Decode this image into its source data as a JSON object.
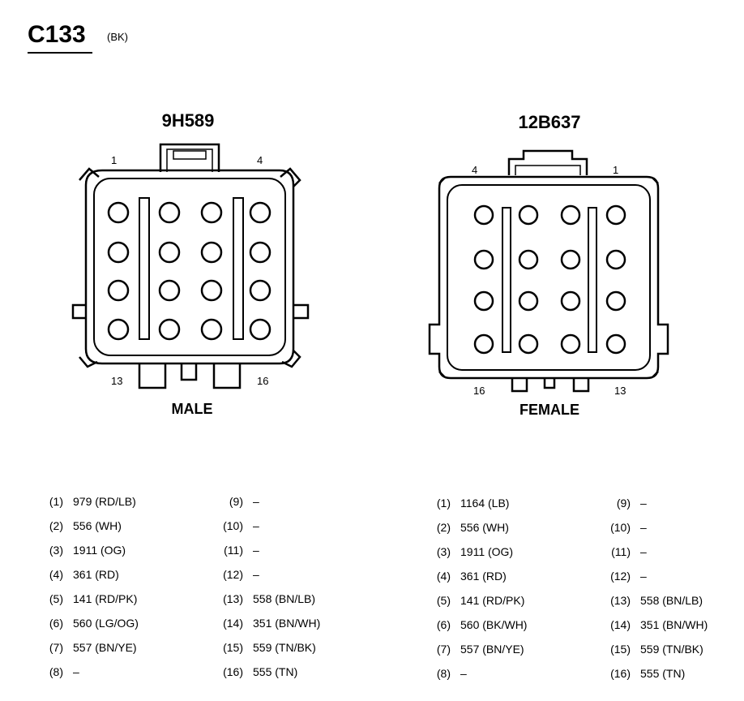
{
  "connector": {
    "id": "C133",
    "color_code": "(BK)"
  },
  "male": {
    "part_number": "9H589",
    "label": "MALE",
    "pin_labels": {
      "top_left": "1",
      "top_right": "4",
      "bottom_left": "13",
      "bottom_right": "16"
    },
    "pins": [
      {
        "num": "(1)",
        "value": "979 (RD/LB)"
      },
      {
        "num": "(2)",
        "value": "556 (WH)"
      },
      {
        "num": "(3)",
        "value": "1911 (OG)"
      },
      {
        "num": "(4)",
        "value": "361 (RD)"
      },
      {
        "num": "(5)",
        "value": "141 (RD/PK)"
      },
      {
        "num": "(6)",
        "value": "560 (LG/OG)"
      },
      {
        "num": "(7)",
        "value": "557 (BN/YE)"
      },
      {
        "num": "(8)",
        "value": "–"
      },
      {
        "num": "(9)",
        "value": "–"
      },
      {
        "num": "(10)",
        "value": "–"
      },
      {
        "num": "(11)",
        "value": "–"
      },
      {
        "num": "(12)",
        "value": "–"
      },
      {
        "num": "(13)",
        "value": "558 (BN/LB)"
      },
      {
        "num": "(14)",
        "value": "351 (BN/WH)"
      },
      {
        "num": "(15)",
        "value": "559 (TN/BK)"
      },
      {
        "num": "(16)",
        "value": "555 (TN)"
      }
    ]
  },
  "female": {
    "part_number": "12B637",
    "label": "FEMALE",
    "pin_labels": {
      "top_left": "4",
      "top_right": "1",
      "bottom_left": "16",
      "bottom_right": "13"
    },
    "pins": [
      {
        "num": "(1)",
        "value": "1164 (LB)"
      },
      {
        "num": "(2)",
        "value": "556 (WH)"
      },
      {
        "num": "(3)",
        "value": "1911 (OG)"
      },
      {
        "num": "(4)",
        "value": "361 (RD)"
      },
      {
        "num": "(5)",
        "value": "141 (RD/PK)"
      },
      {
        "num": "(6)",
        "value": "560 (BK/WH)"
      },
      {
        "num": "(7)",
        "value": "557 (BN/YE)"
      },
      {
        "num": "(8)",
        "value": "–"
      },
      {
        "num": "(9)",
        "value": "–"
      },
      {
        "num": "(10)",
        "value": "–"
      },
      {
        "num": "(11)",
        "value": "–"
      },
      {
        "num": "(12)",
        "value": "–"
      },
      {
        "num": "(13)",
        "value": "558 (BN/LB)"
      },
      {
        "num": "(14)",
        "value": "351 (BN/WH)"
      },
      {
        "num": "(15)",
        "value": "559 (TN/BK)"
      },
      {
        "num": "(16)",
        "value": "555 (TN)"
      }
    ]
  }
}
